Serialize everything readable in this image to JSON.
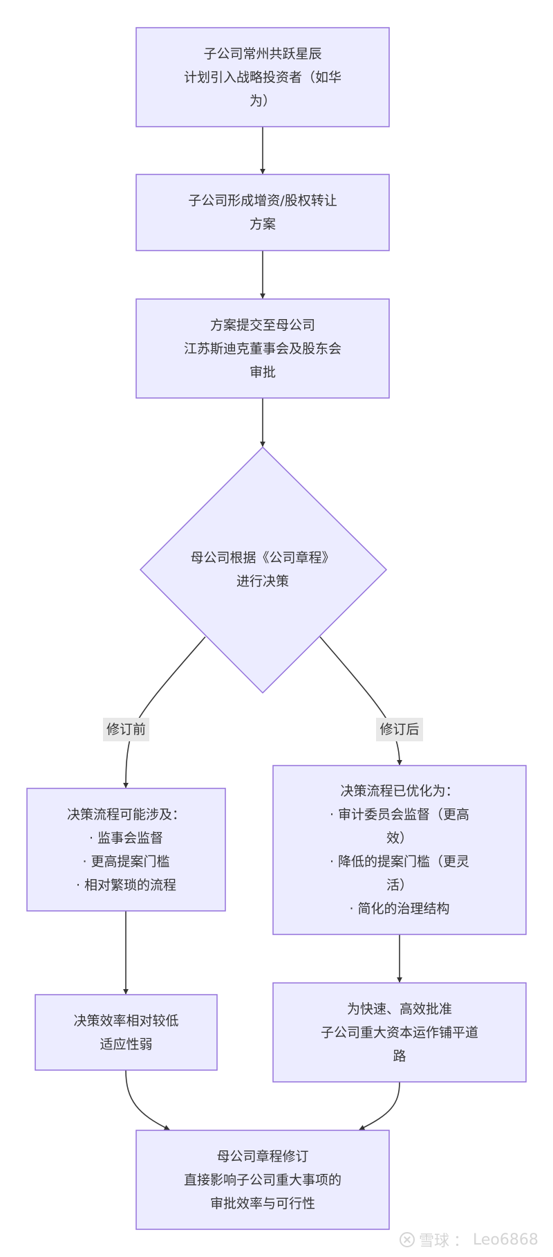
{
  "nodes": {
    "start": {
      "lines": [
        "子公司常州共跃星辰",
        "计划引入战略投资者（如华",
        "为）"
      ]
    },
    "plan": {
      "lines": [
        "子公司形成增资/股权转让",
        "方案"
      ]
    },
    "submit": {
      "lines": [
        "方案提交至母公司",
        "江苏斯迪克董事会及股东会",
        "审批"
      ]
    },
    "decision": {
      "lines": [
        "母公司根据《公司章程》",
        "进行决策"
      ]
    },
    "before_process": {
      "lines": [
        "决策流程可能涉及：",
        "· 监事会监督",
        "· 更高提案门槛",
        "· 相对繁琐的流程"
      ]
    },
    "after_process": {
      "lines": [
        "决策流程已优化为：",
        "· 审计委员会监督（更高",
        "效）",
        "· 降低的提案门槛（更灵",
        "活）",
        "· 简化的治理结构"
      ]
    },
    "before_result": {
      "lines": [
        "决策效率相对较低",
        "适应性弱"
      ]
    },
    "after_result": {
      "lines": [
        "为快速、高效批准",
        "子公司重大资本运作铺平道",
        "路"
      ]
    },
    "conclusion": {
      "lines": [
        "母公司章程修订",
        "直接影响子公司重大事项的",
        "审批效率与可行性"
      ]
    }
  },
  "edges": {
    "before_label": "修订前",
    "after_label": "修订后"
  },
  "watermark": {
    "site": "雪球",
    "separator": "：",
    "user": "Leo6868",
    "icon": "snowball-logo-icon"
  },
  "colors": {
    "node_fill": "#ECECFF",
    "node_stroke": "#9370DB",
    "edge": "#333333",
    "label_bg": "#e8e8e8",
    "text": "#333333"
  }
}
